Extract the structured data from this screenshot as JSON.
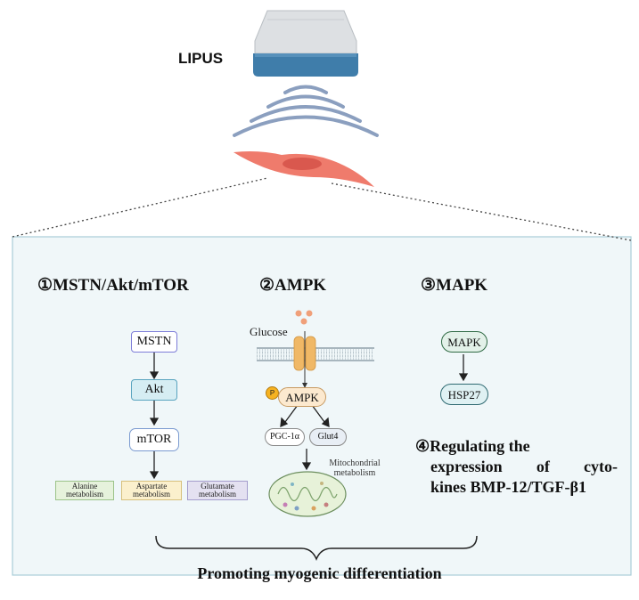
{
  "top": {
    "device_label": "LIPUS"
  },
  "sections": {
    "mstn": {
      "heading": "①MSTN/Akt/mTOR",
      "nodes": [
        "MSTN",
        "Akt",
        "mTOR"
      ],
      "metabolism": [
        "Alanine\nmetabolism",
        "Aspartate\nmetabolism",
        "Glutamate\nmetabolism"
      ]
    },
    "ampk": {
      "heading": "②AMPK",
      "glucose": "Glucose",
      "p_badge": "P",
      "ampk": "AMPK",
      "pgc": "PGC-1α",
      "glut4": "Glut4",
      "mito_label": "Mitochondrial\nmetabolism"
    },
    "mapk": {
      "heading": "③MAPK",
      "nodes": [
        "MAPK",
        "HSP27"
      ]
    },
    "cytokines": {
      "line1": "④Regulating the",
      "line2": "expression of cyto-",
      "line3": "kines BMP-12/TGF-β1"
    }
  },
  "footer": {
    "caption": "Promoting myogenic differentiation"
  },
  "colors": {
    "panel_bg": "#f0f7f9",
    "panel_border": "#a9cdd8",
    "transducer_body": "#dde0e3",
    "transducer_head": "#3f7daa",
    "wave": "#8b9fbf",
    "cell": "#ef7b6c",
    "nucleus": "#d9584e",
    "mstn_border": "#7d7dd8",
    "akt_fill": "#d6edf3",
    "akt_border": "#5aa4bf",
    "mtor_border": "#7a9ad0",
    "alanine_fill": "#e6f2dc",
    "aspartate_fill": "#fbf0cd",
    "glutamate_fill": "#e4e1f1",
    "ampk_fill": "#fce9cf",
    "ampk_border": "#c79a61",
    "channel": "#f0b866",
    "glucose_dot": "#f0a07a",
    "p_badge": "#f6b221",
    "mapk_fill": "#e3f1e9",
    "mapk_border": "#2f6a44",
    "hsp27_fill": "#dff1f3",
    "hsp27_border": "#2f6a72",
    "mito_fill": "#e7f2d9"
  }
}
